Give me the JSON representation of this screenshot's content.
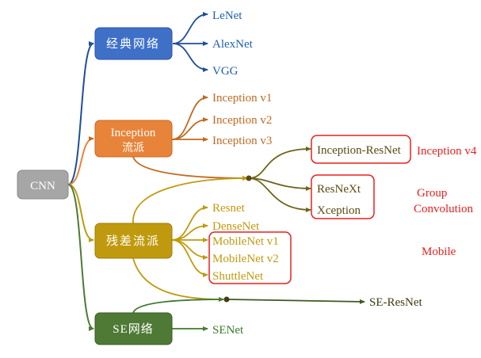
{
  "root": {
    "label": "CNN"
  },
  "families": {
    "classic": {
      "label": "经典网络",
      "color": "#3E70C8",
      "children": [
        "LeNet",
        "AlexNet",
        "VGG"
      ]
    },
    "inception": {
      "label_line1": "Inception",
      "label_line2": "流派",
      "color": "#E8843A",
      "link_color": "#C06A22",
      "children": [
        "Inception v1",
        "Inception v2",
        "Inception v3"
      ]
    },
    "residual": {
      "label": "残差流派",
      "color": "#C09A0E",
      "children": [
        "Resnet",
        "DenseNet",
        "MobileNet v1",
        "MobileNet v2",
        "ShuttleNet"
      ]
    },
    "se": {
      "label": "SE网络",
      "color": "#4E7A35",
      "children": [
        "SENet"
      ]
    }
  },
  "hybrids": {
    "inception_resnet": "Inception-ResNet",
    "resnext": "ResNeXt",
    "xception": "Xception",
    "se_resnet": "SE-ResNet"
  },
  "annotations": {
    "inception_v4": "Inception v4",
    "group_line1": "Group",
    "group_line2": "Convolution",
    "mobile": "Mobile"
  },
  "colors": {
    "root_fill": "#A6A6A6",
    "merge_line": "#7A6A1E",
    "highlight_red": "#E8201F",
    "se_text": "#3E7A2E"
  }
}
